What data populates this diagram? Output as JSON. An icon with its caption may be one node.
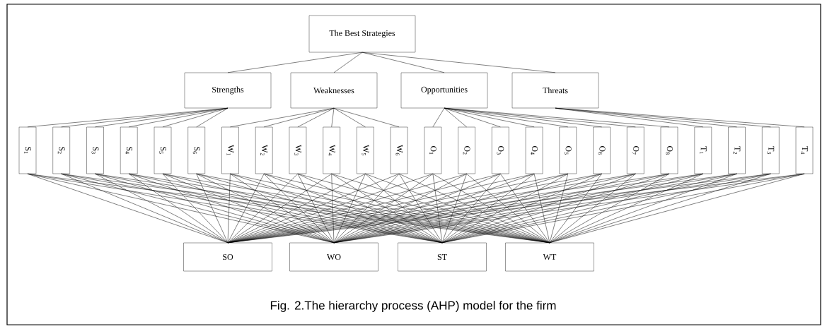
{
  "diagram": {
    "caption": "Fig. 2.The hierarchy process (AHP) model for the firm",
    "nodes": [
      {
        "text": [
          "The Best Strategies"
        ]
      },
      {
        "text": [
          "Strengths"
        ]
      },
      {
        "text": [
          "Weaknesses"
        ]
      },
      {
        "text": [
          "Opportunities"
        ]
      },
      {
        "text": [
          "Threats"
        ]
      },
      {
        "text": [
          "S$_{1}$"
        ]
      },
      {
        "text": [
          "S$_{2}$"
        ]
      },
      {
        "text": [
          "S$_{3}$"
        ]
      },
      {
        "text": [
          "S$_{4}$"
        ]
      },
      {
        "text": [
          "S$_{5}$"
        ]
      },
      {
        "text": [
          "S$_{6}$"
        ]
      },
      {
        "text": [
          "W$_{1}$"
        ]
      },
      {
        "text": [
          "W$_{2}$"
        ]
      },
      {
        "text": [
          "W$_{3}$"
        ]
      },
      {
        "text": [
          "W$_{4}$"
        ]
      },
      {
        "text": [
          "W$_{5}$"
        ]
      },
      {
        "text": [
          "W$_{6}$"
        ]
      },
      {
        "text": [
          "O$_{1}$"
        ]
      },
      {
        "text": [
          "O$_{2}$"
        ]
      },
      {
        "text": [
          "O$_{3}$"
        ]
      },
      {
        "text": [
          "O$_{4}$"
        ]
      },
      {
        "text": [
          "O$_{5}$"
        ]
      },
      {
        "text": [
          "O$_{6}$"
        ]
      },
      {
        "text": [
          "O$_{7}$"
        ]
      },
      {
        "text": [
          "O$_{8}$"
        ]
      },
      {
        "text": [
          "T$_{1}$"
        ]
      },
      {
        "text": [
          "T$_{2}$"
        ]
      },
      {
        "text": [
          "T$_{3}$"
        ]
      },
      {
        "text": [
          "T$_{4}$"
        ]
      },
      {
        "text": [
          "SO"
        ]
      },
      {
        "text": [
          "WO"
        ]
      },
      {
        "text": [
          "ST"
        ]
      },
      {
        "text": [
          "WT"
        ]
      }
    ],
    "edges": [
      {
        "from": 0,
        "to": 1,
        "arrow": "none"
      },
      {
        "from": 0,
        "to": 2,
        "arrow": "none"
      },
      {
        "from": 0,
        "to": 3,
        "arrow": "none"
      },
      {
        "from": 0,
        "to": 4,
        "arrow": "none"
      },
      {
        "from": 1,
        "to": 5,
        "arrow": "none"
      },
      {
        "from": 1,
        "to": 6,
        "arrow": "none"
      },
      {
        "from": 1,
        "to": 7,
        "arrow": "none"
      },
      {
        "from": 1,
        "to": 8,
        "arrow": "none"
      },
      {
        "from": 1,
        "to": 9,
        "arrow": "none"
      },
      {
        "from": 1,
        "to": 10,
        "arrow": "none"
      },
      {
        "from": 2,
        "to": 11,
        "arrow": "none"
      },
      {
        "from": 2,
        "to": 12,
        "arrow": "none"
      },
      {
        "from": 2,
        "to": 13,
        "arrow": "none"
      },
      {
        "from": 2,
        "to": 14,
        "arrow": "none"
      },
      {
        "from": 2,
        "to": 15,
        "arrow": "none"
      },
      {
        "from": 2,
        "to": 16,
        "arrow": "none"
      },
      {
        "from": 3,
        "to": 17,
        "arrow": "none"
      },
      {
        "from": 3,
        "to": 18,
        "arrow": "none"
      },
      {
        "from": 3,
        "to": 19,
        "arrow": "none"
      },
      {
        "from": 3,
        "to": 20,
        "arrow": "none"
      },
      {
        "from": 3,
        "to": 21,
        "arrow": "none"
      },
      {
        "from": 3,
        "to": 22,
        "arrow": "none"
      },
      {
        "from": 3,
        "to": 23,
        "arrow": "none"
      },
      {
        "from": 3,
        "to": 24,
        "arrow": "none"
      },
      {
        "from": 4,
        "to": 25,
        "arrow": "none"
      },
      {
        "from": 4,
        "to": 26,
        "arrow": "none"
      },
      {
        "from": 4,
        "to": 27,
        "arrow": "none"
      },
      {
        "from": 4,
        "to": 28,
        "arrow": "none"
      },
      {
        "from": 5,
        "to": 29,
        "arrow": "none"
      },
      {
        "from": 5,
        "to": 30,
        "arrow": "none"
      },
      {
        "from": 5,
        "to": 31,
        "arrow": "none"
      },
      {
        "from": 5,
        "to": 32,
        "arrow": "none"
      },
      {
        "from": 6,
        "to": 29,
        "arrow": "none"
      },
      {
        "from": 6,
        "to": 30,
        "arrow": "none"
      },
      {
        "from": 6,
        "to": 31,
        "arrow": "none"
      },
      {
        "from": 6,
        "to": 32,
        "arrow": "none"
      },
      {
        "from": 7,
        "to": 29,
        "arrow": "none"
      },
      {
        "from": 7,
        "to": 30,
        "arrow": "none"
      },
      {
        "from": 7,
        "to": 31,
        "arrow": "none"
      },
      {
        "from": 7,
        "to": 32,
        "arrow": "none"
      },
      {
        "from": 8,
        "to": 29,
        "arrow": "none"
      },
      {
        "from": 8,
        "to": 30,
        "arrow": "none"
      },
      {
        "from": 8,
        "to": 31,
        "arrow": "none"
      },
      {
        "from": 8,
        "to": 32,
        "arrow": "none"
      },
      {
        "from": 9,
        "to": 29,
        "arrow": "none"
      },
      {
        "from": 9,
        "to": 30,
        "arrow": "none"
      },
      {
        "from": 9,
        "to": 31,
        "arrow": "none"
      },
      {
        "from": 9,
        "to": 32,
        "arrow": "none"
      },
      {
        "from": 10,
        "to": 29,
        "arrow": "none"
      },
      {
        "from": 10,
        "to": 30,
        "arrow": "none"
      },
      {
        "from": 10,
        "to": 31,
        "arrow": "none"
      },
      {
        "from": 10,
        "to": 32,
        "arrow": "none"
      },
      {
        "from": 11,
        "to": 29,
        "arrow": "none"
      },
      {
        "from": 11,
        "to": 30,
        "arrow": "none"
      },
      {
        "from": 11,
        "to": 31,
        "arrow": "none"
      },
      {
        "from": 11,
        "to": 32,
        "arrow": "none"
      },
      {
        "from": 12,
        "to": 29,
        "arrow": "none"
      },
      {
        "from": 12,
        "to": 30,
        "arrow": "none"
      },
      {
        "from": 12,
        "to": 31,
        "arrow": "none"
      },
      {
        "from": 12,
        "to": 32,
        "arrow": "none"
      },
      {
        "from": 13,
        "to": 29,
        "arrow": "none"
      },
      {
        "from": 13,
        "to": 30,
        "arrow": "none"
      },
      {
        "from": 13,
        "to": 31,
        "arrow": "none"
      },
      {
        "from": 13,
        "to": 32,
        "arrow": "none"
      },
      {
        "from": 14,
        "to": 29,
        "arrow": "none"
      },
      {
        "from": 14,
        "to": 30,
        "arrow": "none"
      },
      {
        "from": 14,
        "to": 31,
        "arrow": "none"
      },
      {
        "from": 14,
        "to": 32,
        "arrow": "none"
      },
      {
        "from": 15,
        "to": 29,
        "arrow": "none"
      },
      {
        "from": 15,
        "to": 30,
        "arrow": "none"
      },
      {
        "from": 15,
        "to": 31,
        "arrow": "none"
      },
      {
        "from": 15,
        "to": 32,
        "arrow": "none"
      },
      {
        "from": 16,
        "to": 29,
        "arrow": "none"
      },
      {
        "from": 16,
        "to": 30,
        "arrow": "none"
      },
      {
        "from": 16,
        "to": 31,
        "arrow": "none"
      },
      {
        "from": 16,
        "to": 32,
        "arrow": "none"
      },
      {
        "from": 17,
        "to": 29,
        "arrow": "none"
      },
      {
        "from": 17,
        "to": 30,
        "arrow": "none"
      },
      {
        "from": 17,
        "to": 31,
        "arrow": "none"
      },
      {
        "from": 17,
        "to": 32,
        "arrow": "none"
      },
      {
        "from": 18,
        "to": 29,
        "arrow": "none"
      },
      {
        "from": 18,
        "to": 30,
        "arrow": "none"
      },
      {
        "from": 18,
        "to": 31,
        "arrow": "none"
      },
      {
        "from": 18,
        "to": 32,
        "arrow": "none"
      },
      {
        "from": 19,
        "to": 29,
        "arrow": "none"
      },
      {
        "from": 19,
        "to": 30,
        "arrow": "none"
      },
      {
        "from": 19,
        "to": 31,
        "arrow": "none"
      },
      {
        "from": 19,
        "to": 32,
        "arrow": "none"
      },
      {
        "from": 20,
        "to": 29,
        "arrow": "none"
      },
      {
        "from": 20,
        "to": 30,
        "arrow": "none"
      },
      {
        "from": 20,
        "to": 31,
        "arrow": "none"
      },
      {
        "from": 20,
        "to": 32,
        "arrow": "none"
      },
      {
        "from": 21,
        "to": 29,
        "arrow": "none"
      },
      {
        "from": 21,
        "to": 30,
        "arrow": "none"
      },
      {
        "from": 21,
        "to": 31,
        "arrow": "none"
      },
      {
        "from": 21,
        "to": 32,
        "arrow": "none"
      },
      {
        "from": 22,
        "to": 29,
        "arrow": "none"
      },
      {
        "from": 22,
        "to": 30,
        "arrow": "none"
      },
      {
        "from": 22,
        "to": 31,
        "arrow": "none"
      },
      {
        "from": 22,
        "to": 32,
        "arrow": "none"
      },
      {
        "from": 23,
        "to": 29,
        "arrow": "none"
      },
      {
        "from": 23,
        "to": 30,
        "arrow": "none"
      },
      {
        "from": 23,
        "to": 31,
        "arrow": "none"
      },
      {
        "from": 23,
        "to": 32,
        "arrow": "none"
      },
      {
        "from": 24,
        "to": 29,
        "arrow": "none"
      },
      {
        "from": 24,
        "to": 30,
        "arrow": "none"
      },
      {
        "from": 24,
        "to": 31,
        "arrow": "none"
      },
      {
        "from": 24,
        "to": 32,
        "arrow": "none"
      },
      {
        "from": 25,
        "to": 29,
        "arrow": "none"
      },
      {
        "from": 25,
        "to": 30,
        "arrow": "none"
      },
      {
        "from": 25,
        "to": 31,
        "arrow": "none"
      },
      {
        "from": 25,
        "to": 32,
        "arrow": "none"
      },
      {
        "from": 26,
        "to": 29,
        "arrow": "none"
      },
      {
        "from": 26,
        "to": 30,
        "arrow": "none"
      },
      {
        "from": 26,
        "to": 31,
        "arrow": "none"
      },
      {
        "from": 26,
        "to": 32,
        "arrow": "none"
      },
      {
        "from": 27,
        "to": 29,
        "arrow": "none"
      },
      {
        "from": 27,
        "to": 30,
        "arrow": "none"
      },
      {
        "from": 27,
        "to": 31,
        "arrow": "none"
      },
      {
        "from": 27,
        "to": 32,
        "arrow": "none"
      },
      {
        "from": 28,
        "to": 29,
        "arrow": "none"
      },
      {
        "from": 28,
        "to": 30,
        "arrow": "none"
      },
      {
        "from": 28,
        "to": 31,
        "arrow": "none"
      },
      {
        "from": 28,
        "to": 32,
        "arrow": "none"
      }
    ]
  }
}
